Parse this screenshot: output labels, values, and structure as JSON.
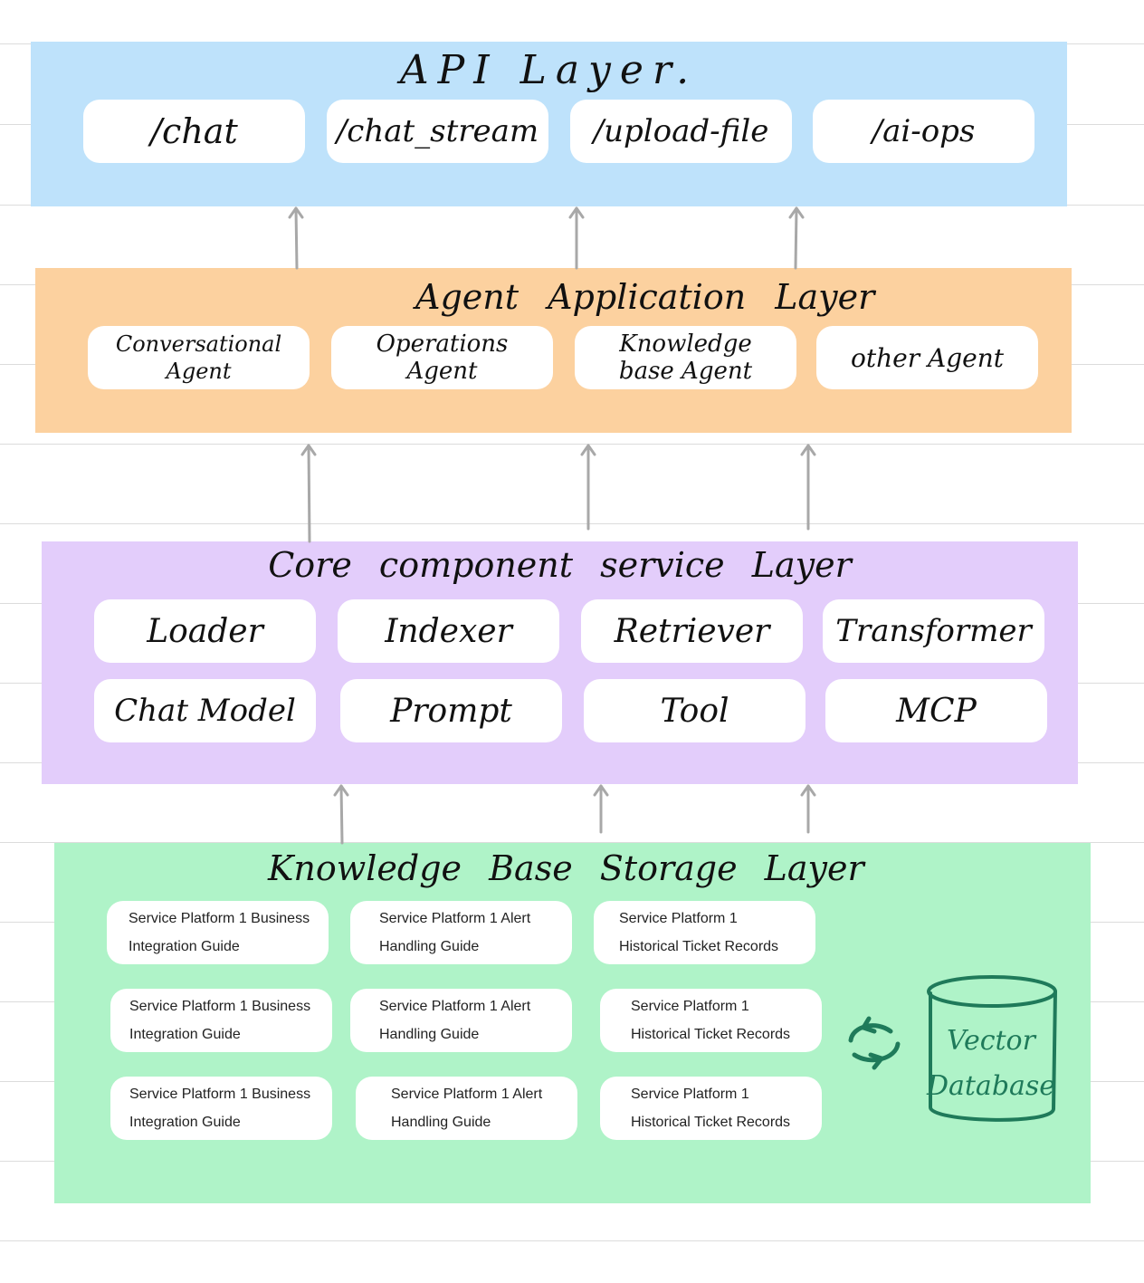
{
  "api_layer": {
    "title": "API Layer.",
    "endpoints": [
      "/chat",
      "/chat_stream",
      "/upload-file",
      "/ai-ops"
    ]
  },
  "agent_layer": {
    "title": "Agent Application Layer",
    "agents": [
      {
        "line1": "Conversational",
        "line2": "Agent"
      },
      {
        "line1": "Operations",
        "line2": "Agent"
      },
      {
        "line1": "Knowledge",
        "line2": "base Agent"
      },
      {
        "line1": "other Agent",
        "line2": ""
      }
    ]
  },
  "core_layer": {
    "title": "Core component service Layer",
    "components": [
      "Loader",
      "Indexer",
      "Retriever",
      "Transformer",
      "Chat Model",
      "Prompt",
      "Tool",
      "MCP"
    ]
  },
  "storage_layer": {
    "title": "Knowledge Base Storage Layer",
    "documents": [
      {
        "line1": "Service Platform 1 Business",
        "line2": "Integration Guide"
      },
      {
        "line1": "Service Platform 1 Alert",
        "line2": "Handling Guide"
      },
      {
        "line1": "Service Platform 1",
        "line2": "Historical Ticket Records"
      },
      {
        "line1": "Service Platform 1 Business",
        "line2": "Integration Guide"
      },
      {
        "line1": "Service Platform 1 Alert",
        "line2": "Handling Guide"
      },
      {
        "line1": "Service Platform 1",
        "line2": "Historical Ticket Records"
      },
      {
        "line1": "Service Platform 1 Business",
        "line2": "Integration Guide"
      },
      {
        "line1": "Service Platform 1 Alert",
        "line2": "Handling Guide"
      },
      {
        "line1": "Service Platform 1",
        "line2": "Historical Ticket Records"
      }
    ],
    "vector_db": {
      "line1": "Vector",
      "line2": "Database"
    }
  },
  "colors": {
    "api": "#bee2fb",
    "agent": "#fcd19f",
    "core": "#e3cdfb",
    "storage": "#aff3c8",
    "db": "#1f7a5a",
    "arrow": "#a8a8a8"
  }
}
